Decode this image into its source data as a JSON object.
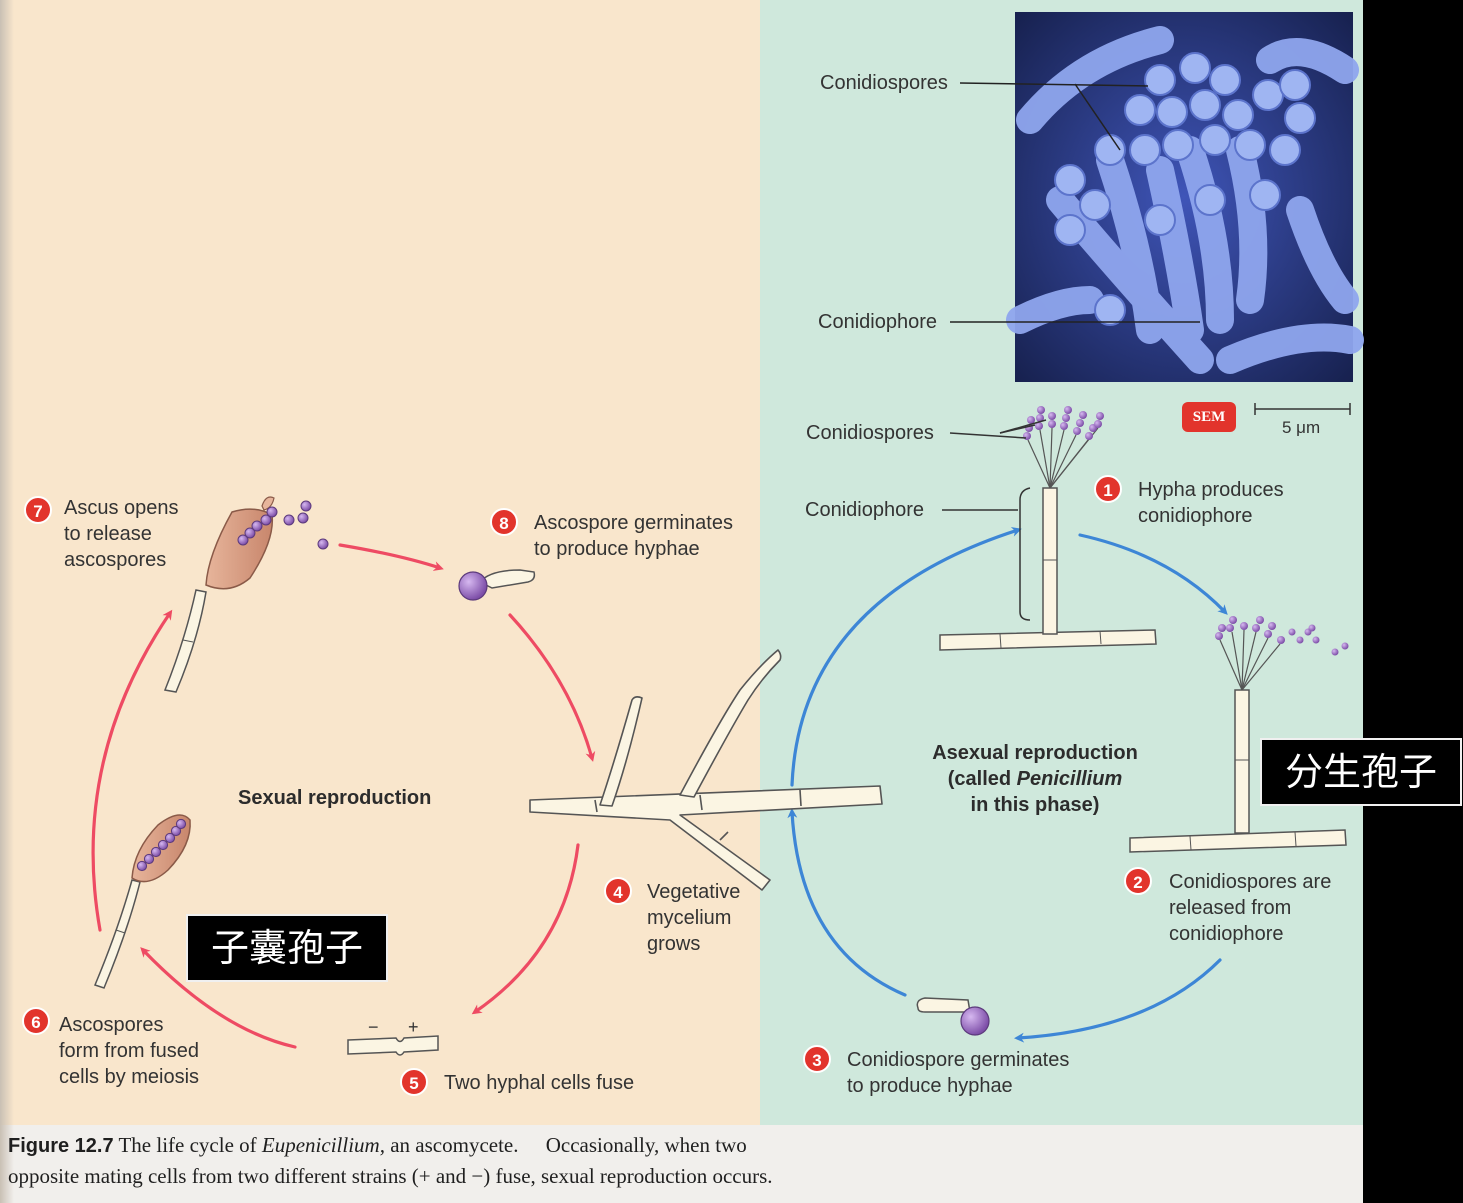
{
  "phases": {
    "sexual": "Sexual reproduction",
    "asexual": [
      "Asexual reproduction",
      "(called ",
      "Penicillium",
      " in this phase)"
    ]
  },
  "steps": [
    {
      "num": "1",
      "lines": [
        "Hypha produces",
        "conidiophore"
      ]
    },
    {
      "num": "2",
      "lines": [
        "Conidiospores are",
        "released from",
        "conidiophore"
      ]
    },
    {
      "num": "3",
      "lines": [
        "Conidiospore germinates",
        "to produce hyphae"
      ]
    },
    {
      "num": "4",
      "lines": [
        "Vegetative",
        "mycelium",
        "grows"
      ]
    },
    {
      "num": "5",
      "lines": [
        "Two hyphal cells fuse"
      ]
    },
    {
      "num": "6",
      "lines": [
        "Ascospores",
        "form from fused",
        "cells by meiosis"
      ]
    },
    {
      "num": "7",
      "lines": [
        "Ascus opens",
        "to release",
        "ascospores"
      ]
    },
    {
      "num": "8",
      "lines": [
        "Ascospore germinates",
        "to produce hyphae"
      ]
    }
  ],
  "labels": {
    "micro_conidiospores": "Conidiospores",
    "micro_conidiophore": "Conidiophore",
    "drawing_conidiospores": "Conidiospores",
    "drawing_conidiophore": "Conidiophore",
    "minus": "−",
    "plus": "+"
  },
  "micrograph": {
    "badge": "SEM",
    "scale": "5 μm"
  },
  "chinese_labels": {
    "conidiospore": "分生孢子",
    "ascospore": "子囊孢子"
  },
  "caption": {
    "figure": "Figure 12.7",
    "title_pre": "The life cycle of ",
    "title_italic": "Eupenicillium,",
    "title_post": " an ascomycete.",
    "body_line1": "Occasionally, when two",
    "body_line2": "opposite mating cells from two different strains (+ and −) fuse, sexual reproduction occurs."
  },
  "colors": {
    "sexual_bg": "#f9e6cc",
    "asexual_bg": "#cfe8dc",
    "sexual_arrow": "#ee4b63",
    "asexual_arrow": "#3d86d6",
    "step_badge": "#e2342c",
    "spore": "#9b6fc4",
    "hypha": "#fbf5e3"
  }
}
